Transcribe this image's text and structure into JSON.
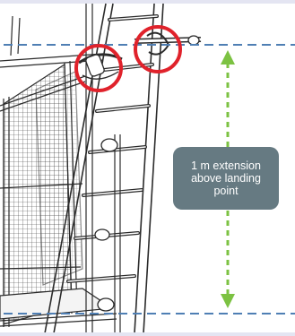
{
  "callout": {
    "lines": [
      "1 m extension",
      "above landing",
      "point"
    ]
  },
  "colors": {
    "background": "#ffffff",
    "frame_edge": "#e4e5f2",
    "line_art": "#2b2b2b",
    "reference_dashed_lines": "#4f7fb4",
    "dimension_arrow": "#7cc242",
    "highlight_circles": "#e0222b",
    "callout_background": "#667a82",
    "callout_text": "#ffffff"
  },
  "annotations": {
    "highlight_circle_count": 2,
    "reference_lines": [
      "upper-limit",
      "landing-level"
    ]
  }
}
